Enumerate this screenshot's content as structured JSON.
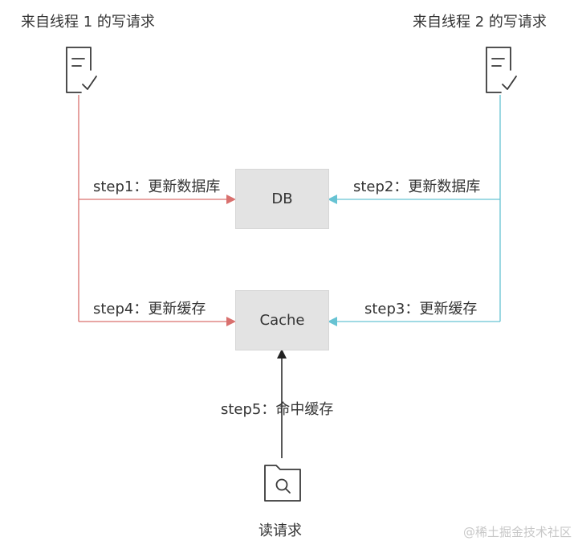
{
  "actors": {
    "thread1": {
      "label": "来自线程 1 的写请求",
      "icon": "document-check-icon",
      "color": "#d9706e"
    },
    "thread2": {
      "label": "来自线程 2 的写请求",
      "icon": "document-check-icon",
      "color": "#67c3d3"
    },
    "reader": {
      "label": "读请求",
      "icon": "folder-search-icon",
      "color": "#333333"
    }
  },
  "stores": {
    "db": {
      "label": "DB"
    },
    "cache": {
      "label": "Cache"
    }
  },
  "steps": {
    "step1": "step1：更新数据库",
    "step2": "step2：更新数据库",
    "step3": "step3：更新缓存",
    "step4": "step4：更新缓存",
    "step5": "step5：命中缓存"
  },
  "watermark": "@稀土掘金技术社区"
}
